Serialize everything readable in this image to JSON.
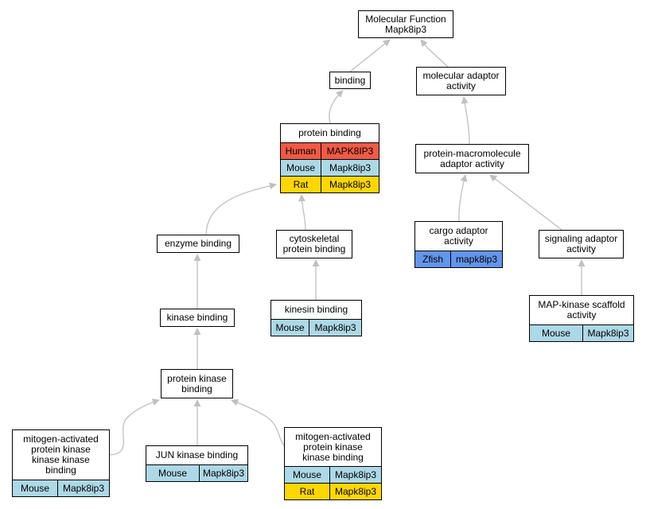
{
  "colors": {
    "edge": "#c0c0c0",
    "species": {
      "Human": "#f05a46",
      "Mouse": "#add8e6",
      "Rat": "#ffd700",
      "Zfish": "#6495ed"
    }
  },
  "nodes": {
    "root": {
      "title": "Molecular Function\nMapk8ip3",
      "rows": []
    },
    "binding": {
      "title": "binding",
      "rows": []
    },
    "mol_adaptor": {
      "title": "molecular adaptor\nactivity",
      "rows": []
    },
    "protein_binding": {
      "title": "protein binding",
      "rows": [
        {
          "species": "Human",
          "gene": "MAPK8IP3"
        },
        {
          "species": "Mouse",
          "gene": "Mapk8ip3"
        },
        {
          "species": "Rat",
          "gene": "Mapk8ip3"
        }
      ]
    },
    "pm_adaptor": {
      "title": "protein-macromolecule\nadaptor activity",
      "rows": []
    },
    "enzyme_binding": {
      "title": "enzyme binding",
      "rows": []
    },
    "cyto_binding": {
      "title": "cytoskeletal\nprotein binding",
      "rows": []
    },
    "cargo_adaptor": {
      "title": "cargo adaptor\nactivity",
      "rows": [
        {
          "species": "Zfish",
          "gene": "mapk8ip3"
        }
      ]
    },
    "signaling_adaptor": {
      "title": "signaling adaptor\nactivity",
      "rows": []
    },
    "kinase_binding": {
      "title": "kinase binding",
      "rows": []
    },
    "kinesin_binding": {
      "title": "kinesin binding",
      "rows": [
        {
          "species": "Mouse",
          "gene": "Mapk8ip3"
        }
      ]
    },
    "mapk_scaffold": {
      "title": "MAP-kinase scaffold\nactivity",
      "rows": [
        {
          "species": "Mouse",
          "gene": "Mapk8ip3"
        }
      ]
    },
    "pk_binding": {
      "title": "protein kinase\nbinding",
      "rows": []
    },
    "mapkkkk_binding": {
      "title": "mitogen-activated\nprotein kinase\nkinase kinase\nbinding",
      "rows": [
        {
          "species": "Mouse",
          "gene": "Mapk8ip3"
        }
      ]
    },
    "jun_binding": {
      "title": "JUN kinase binding",
      "rows": [
        {
          "species": "Mouse",
          "gene": "Mapk8ip3"
        }
      ]
    },
    "mapkk_binding": {
      "title": "mitogen-activated\nprotein kinase\nkinase binding",
      "rows": [
        {
          "species": "Mouse",
          "gene": "Mapk8ip3"
        },
        {
          "species": "Rat",
          "gene": "Mapk8ip3"
        }
      ]
    }
  },
  "edges": [
    {
      "from": "binding",
      "to": "root"
    },
    {
      "from": "mol_adaptor",
      "to": "root"
    },
    {
      "from": "protein_binding",
      "to": "binding"
    },
    {
      "from": "pm_adaptor",
      "to": "mol_adaptor"
    },
    {
      "from": "enzyme_binding",
      "to": "protein_binding"
    },
    {
      "from": "cyto_binding",
      "to": "protein_binding"
    },
    {
      "from": "cargo_adaptor",
      "to": "pm_adaptor"
    },
    {
      "from": "signaling_adaptor",
      "to": "pm_adaptor"
    },
    {
      "from": "kinase_binding",
      "to": "enzyme_binding"
    },
    {
      "from": "kinesin_binding",
      "to": "cyto_binding"
    },
    {
      "from": "mapk_scaffold",
      "to": "signaling_adaptor"
    },
    {
      "from": "pk_binding",
      "to": "kinase_binding"
    },
    {
      "from": "mapkkkk_binding",
      "to": "pk_binding"
    },
    {
      "from": "jun_binding",
      "to": "pk_binding"
    },
    {
      "from": "mapkk_binding",
      "to": "pk_binding"
    }
  ]
}
